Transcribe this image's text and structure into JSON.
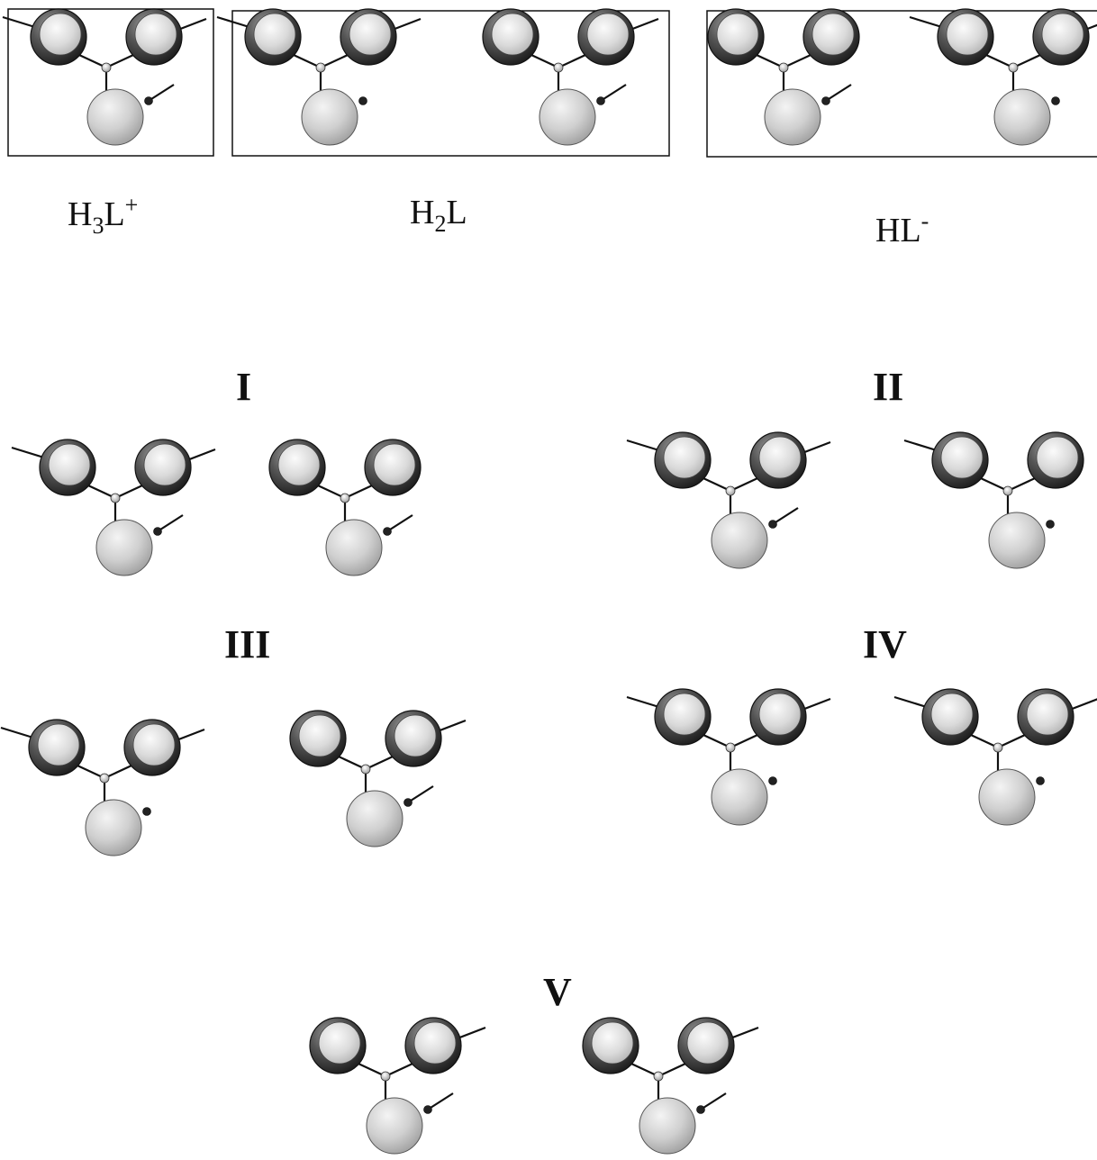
{
  "figure": {
    "panels": [
      {
        "id": "H3L+",
        "label": {
          "base1": "H",
          "sub": "3",
          "base2": "L",
          "sup": "+"
        },
        "boxed": true,
        "conformers": 1
      },
      {
        "id": "H2L",
        "label": {
          "base1": "H",
          "sub": "2",
          "base2": "L",
          "sup": ""
        },
        "boxed": true,
        "conformers": 2
      },
      {
        "id": "HL-",
        "label": {
          "base1": "HL",
          "sub": "",
          "base2": "",
          "sup": "-"
        },
        "boxed": true,
        "conformers": 2
      }
    ],
    "groups": [
      {
        "id": "I",
        "label": "I",
        "conformers": 2
      },
      {
        "id": "II",
        "label": "II",
        "conformers": 2
      },
      {
        "id": "III",
        "label": "III",
        "conformers": 2
      },
      {
        "id": "IV",
        "label": "IV",
        "conformers": 2
      },
      {
        "id": "V",
        "label": "V",
        "conformers": 2
      }
    ],
    "colors": {
      "outline": "#111111",
      "dark_atom": "#3a3a3a",
      "light_atom": "#d9d9d9",
      "highlight": "#f7f7f7"
    },
    "atom_types": [
      "oxygen-dark-sphere",
      "oxygen-light-sphere",
      "central-atom",
      "hydrogen-atom"
    ]
  }
}
